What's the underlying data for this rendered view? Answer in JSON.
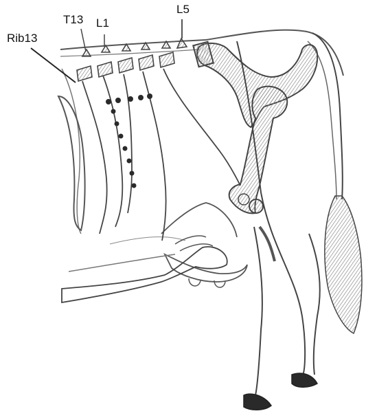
{
  "labels": {
    "t13": "T13",
    "l1": "L1",
    "l5": "L5",
    "rib13": "Rib13"
  },
  "colors": {
    "stroke": "#3a3a3a",
    "shade": "#9a9a9a",
    "dark": "#2a2a2a"
  }
}
